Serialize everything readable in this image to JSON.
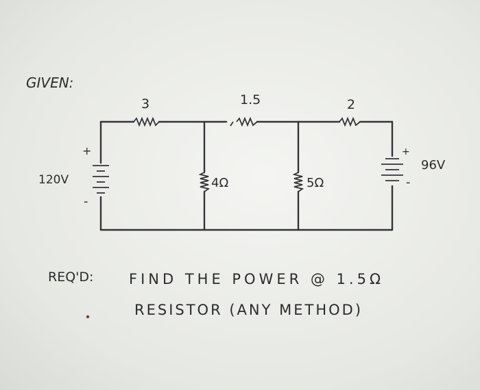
{
  "header": {
    "given_label": "GIVEN:"
  },
  "resistors": {
    "r_left_label": "3",
    "r_mid_label": "1.5",
    "r_right_label": "2",
    "r_shunt1_label": "4Ω",
    "r_shunt2_label": "5Ω"
  },
  "sources": {
    "left_value": "120V",
    "left_plus": "+",
    "left_minus": "-",
    "right_value": "96V",
    "right_plus": "+",
    "right_minus": "-"
  },
  "requirement": {
    "label": "REQ'D:",
    "line1": "FIND THE POWER @ 1.5Ω",
    "line2": "RESISTOR (ANY METHOD)"
  },
  "colors": {
    "ink": "#2b2b2e",
    "paper": "#eef0ec"
  }
}
